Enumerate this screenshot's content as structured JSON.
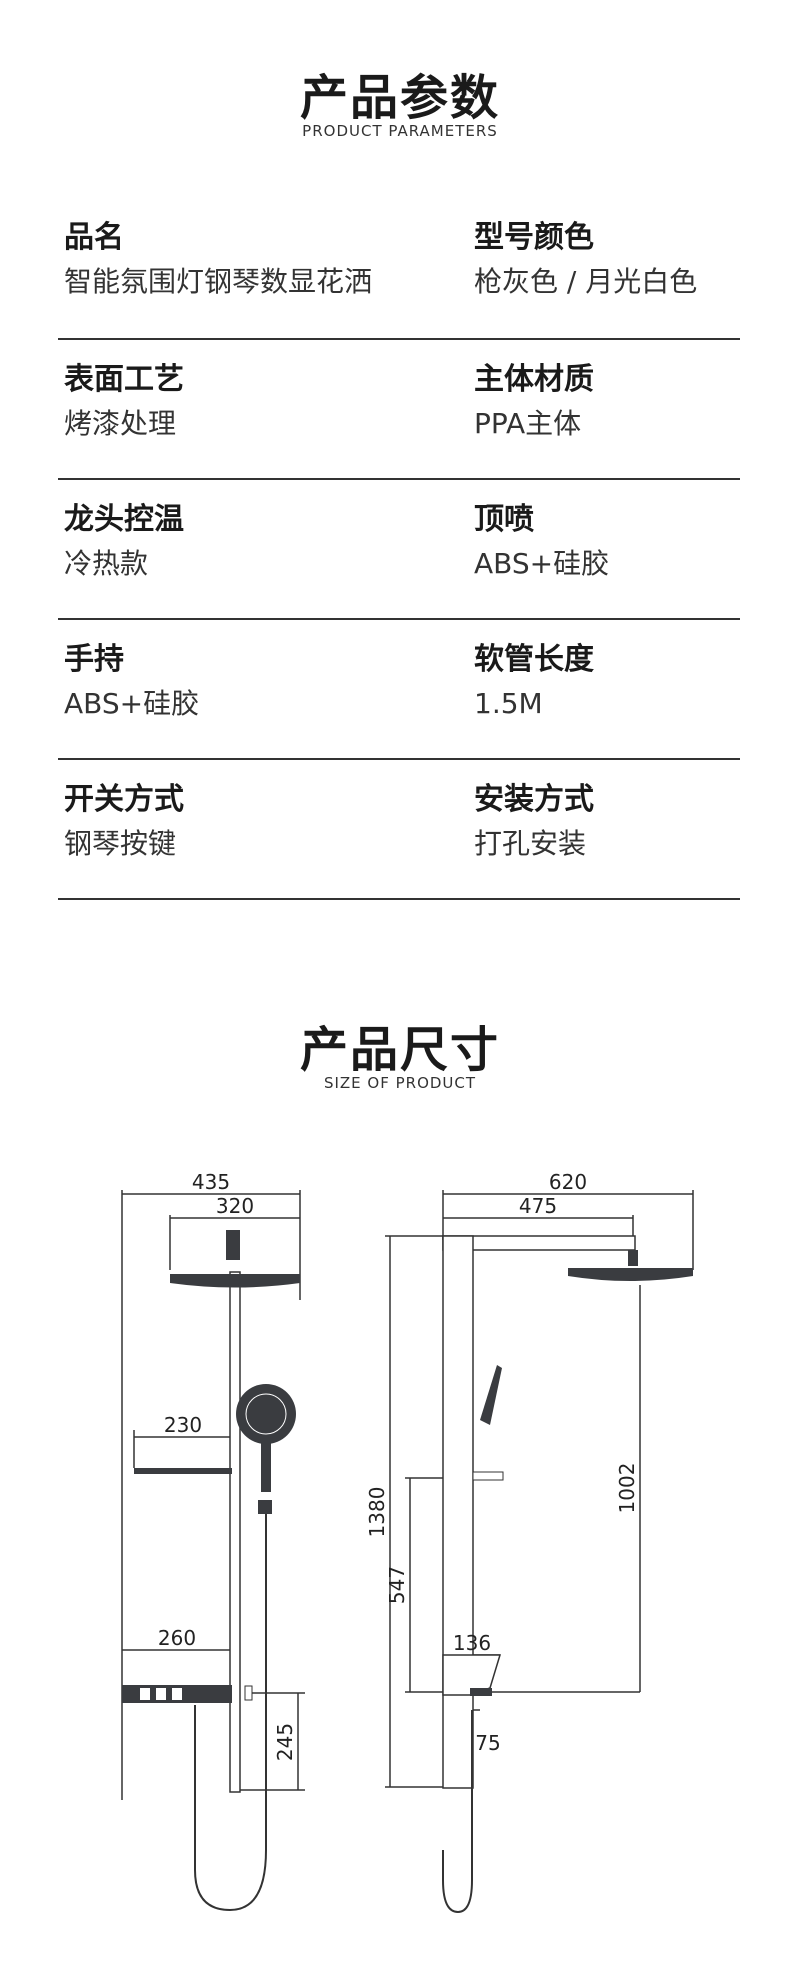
{
  "parameters_section": {
    "title": "产品参数",
    "subtitle": "PRODUCT PARAMETERS",
    "rows": [
      {
        "left": {
          "label": "品名",
          "value": "智能氛围灯钢琴数显花洒"
        },
        "right": {
          "label": "型号颜色",
          "value": "枪灰色 / 月光白色"
        }
      },
      {
        "left": {
          "label": "表面工艺",
          "value": "烤漆处理"
        },
        "right": {
          "label": "主体材质",
          "value": "PPA主体"
        }
      },
      {
        "left": {
          "label": "龙头控温",
          "value": "冷热款"
        },
        "right": {
          "label": "顶喷",
          "value": "ABS+硅胶"
        }
      },
      {
        "left": {
          "label": "手持",
          "value": "ABS+硅胶"
        },
        "right": {
          "label": "软管长度",
          "value": "1.5M"
        }
      },
      {
        "left": {
          "label": "开关方式",
          "value": "钢琴按键"
        },
        "right": {
          "label": "安装方式",
          "value": "打孔安装"
        }
      }
    ]
  },
  "size_section": {
    "title": "产品尺寸",
    "subtitle": "SIZE OF PRODUCT"
  },
  "dimensions": {
    "front": {
      "overall_width": "435",
      "head_width": "320",
      "shelf_width": "230",
      "mixer_width": "260",
      "bottom_height": "245"
    },
    "side": {
      "overall_depth": "620",
      "arm_length": "475",
      "total_height": "1380",
      "head_height": "1002",
      "shelf_height": "547",
      "mixer_depth": "136",
      "outlet_depth": "75"
    }
  },
  "colors": {
    "line": "#333333",
    "product": "#3a3c40",
    "text": "#1a1a1a"
  }
}
